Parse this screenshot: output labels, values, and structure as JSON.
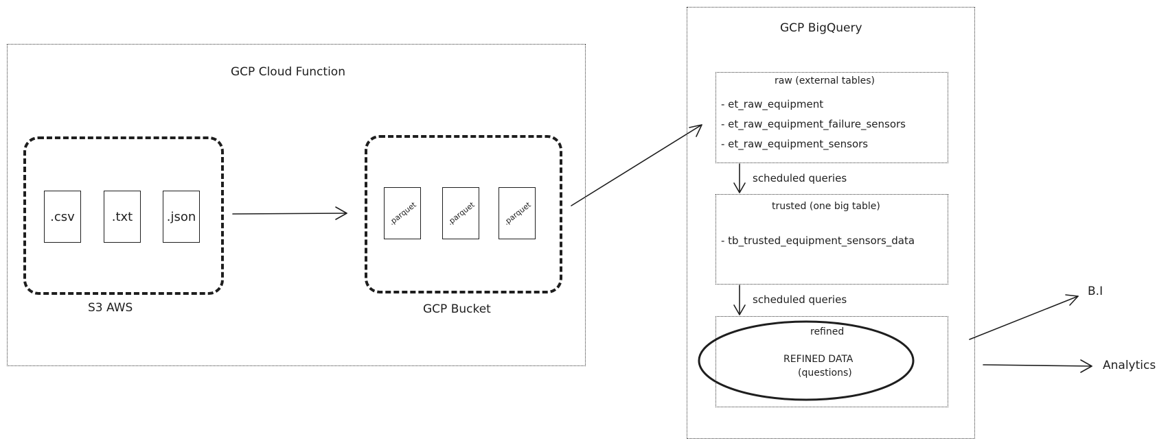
{
  "cloud_function": {
    "title": "GCP Cloud Function"
  },
  "s3": {
    "label": "S3 AWS",
    "files": [
      ".csv",
      ".txt",
      ".json"
    ]
  },
  "bucket": {
    "label": "GCP Bucket",
    "files": [
      ".parquet",
      ".parquet",
      ".parquet"
    ]
  },
  "bigquery": {
    "title": "GCP BigQuery",
    "raw": {
      "title": "raw (external tables)",
      "items": [
        "- et_raw_equipment",
        "- et_raw_equipment_failure_sensors",
        "- et_raw_equipment_sensors"
      ]
    },
    "step1": "scheduled queries",
    "trusted": {
      "title": "trusted (one big table)",
      "items": [
        "- tb_trusted_equipment_sensors_data"
      ]
    },
    "step2": "scheduled queries",
    "refined": {
      "title": "refined",
      "line1": "REFINED DATA",
      "line2": "(questions)"
    }
  },
  "outputs": {
    "bi": "B.I",
    "analytics": "Analytics"
  }
}
